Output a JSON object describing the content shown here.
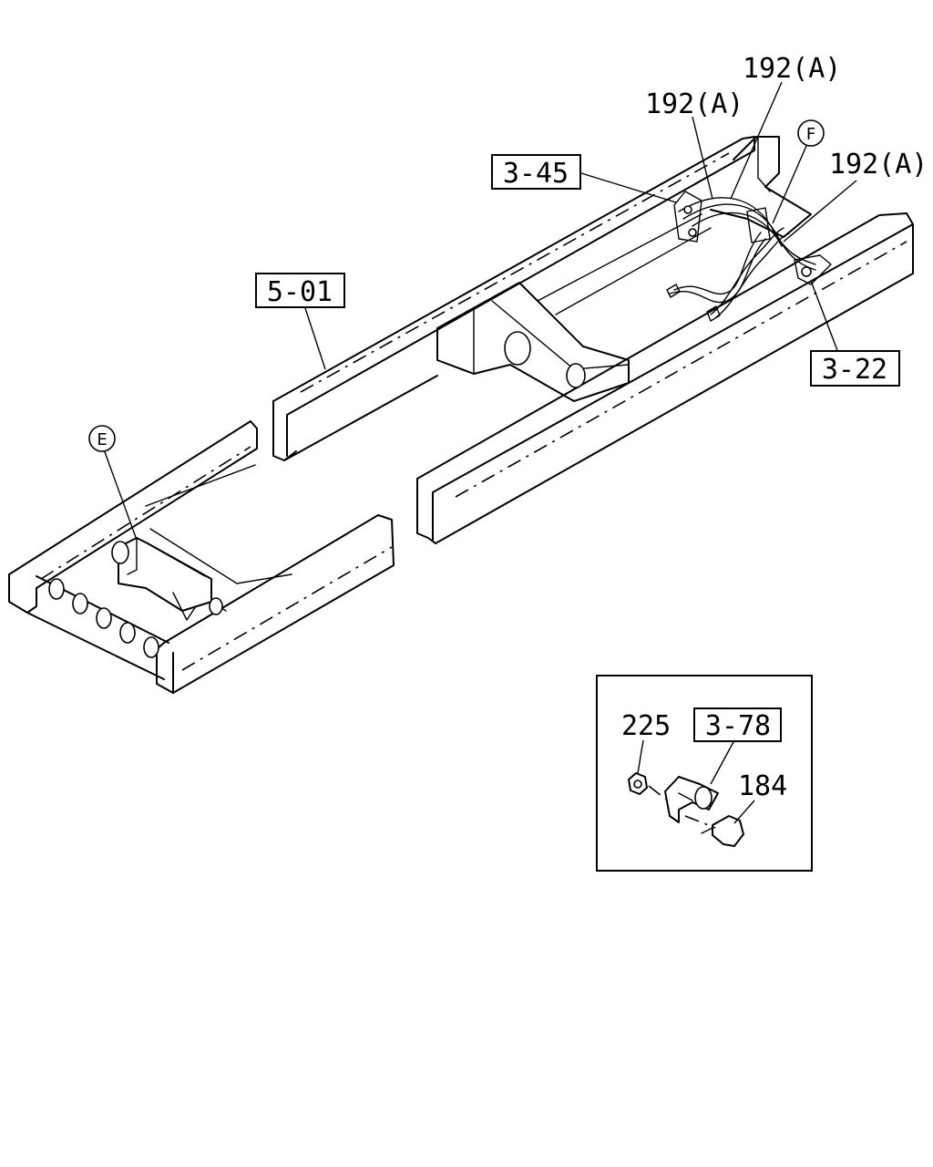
{
  "callouts": {
    "ref_5_01": "5-01",
    "ref_3_45": "3-45",
    "ref_3_22": "3-22",
    "ref_3_78": "3-78",
    "part_192a_top": "192(A)",
    "part_192a_mid": "192(A)",
    "part_192a_right": "192(A)",
    "part_225": "225",
    "part_184": "184",
    "view_e": "E",
    "view_f": "F"
  }
}
